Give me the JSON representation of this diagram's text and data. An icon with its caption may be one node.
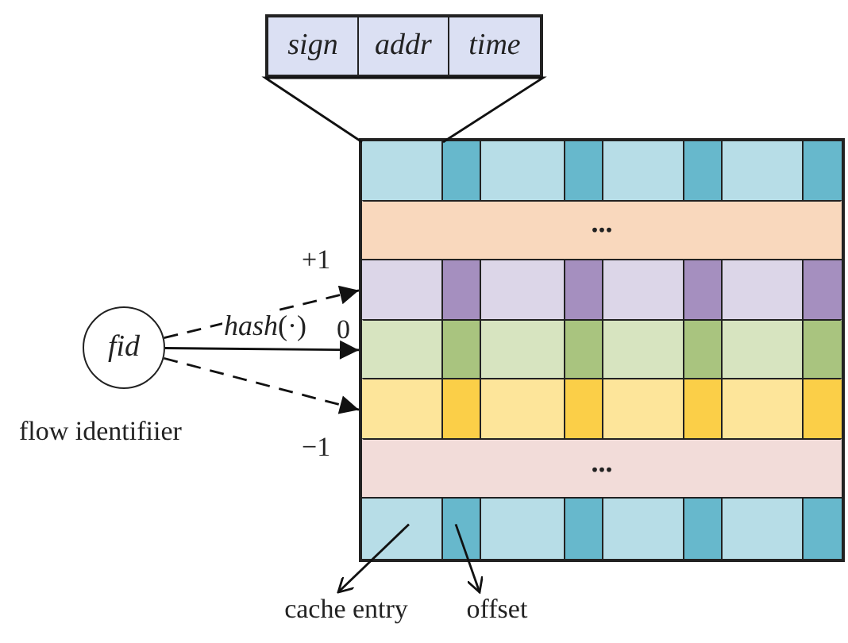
{
  "diagram": {
    "nodes": [
      {
        "text": [
          "fid"
        ],
        "beside": [
          "flow identifiier"
        ]
      },
      {
        "text": [],
        "shape": "box"
      },
      {
        "text": [
          "sign"
        ],
        "in": 1
      },
      {
        "text": [
          "addr"
        ],
        "in": 1
      },
      {
        "text": [
          "time"
        ],
        "in": 1
      },
      {
        "text": [],
        "shape": "box"
      },
      {
        "text": [],
        "shape": "bar",
        "in": 5
      },
      {
        "text": [
          "..."
        ],
        "in": 5
      },
      {
        "text": [],
        "shape": "bar",
        "in": 5,
        "beside": [
          "+1"
        ]
      },
      {
        "text": [],
        "shape": "bar",
        "in": 5,
        "beside": [
          "0"
        ]
      },
      {
        "text": [],
        "shape": "bar",
        "in": 5,
        "beside": [
          "−1"
        ]
      },
      {
        "text": [
          "..."
        ],
        "in": 5
      },
      {
        "text": [],
        "shape": "bar",
        "in": 5
      },
      {
        "text": [],
        "shape": "box",
        "in": 12
      },
      {
        "text": [],
        "shape": "box",
        "in": 12
      },
      {
        "text": [
          "cache entry"
        ]
      },
      {
        "text": [
          "offset"
        ]
      }
    ],
    "edges": [
      {
        "from": 1,
        "to": 6,
        "arrow": "none"
      },
      {
        "from": 0,
        "to": 8,
        "arrow": "to",
        "style": "dashed"
      },
      {
        "from": 0,
        "to": 9,
        "arrow": "to",
        "label": "*hash*(·)"
      },
      {
        "from": 0,
        "to": 10,
        "arrow": "to",
        "style": "dashed"
      },
      {
        "from": 13,
        "to": 15,
        "arrow": "to"
      },
      {
        "from": 14,
        "to": 16,
        "arrow": "to"
      }
    ]
  }
}
